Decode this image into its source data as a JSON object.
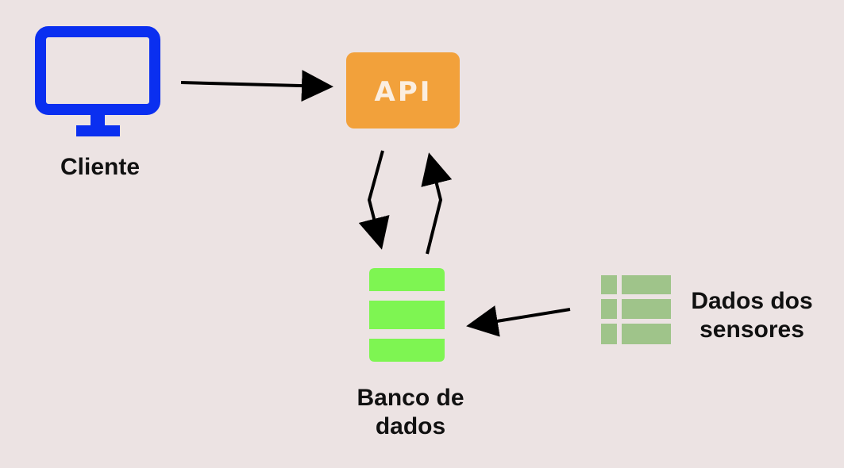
{
  "nodes": {
    "cliente": {
      "label": "Cliente",
      "icon": "monitor-icon"
    },
    "api": {
      "label": "API"
    },
    "banco": {
      "label_line1": "Banco de",
      "label_line2": "dados",
      "icon": "database-icon"
    },
    "sensores": {
      "label_line1": "Dados dos",
      "label_line2": "sensores",
      "icon": "table-icon"
    }
  },
  "colors": {
    "background": "#ece3e3",
    "monitor": "#0a2ff0",
    "api_box": "#f2a13b",
    "api_text": "#fbeee0",
    "database": "#7ef552",
    "table": "#9fc48a",
    "arrow": "#000000"
  }
}
